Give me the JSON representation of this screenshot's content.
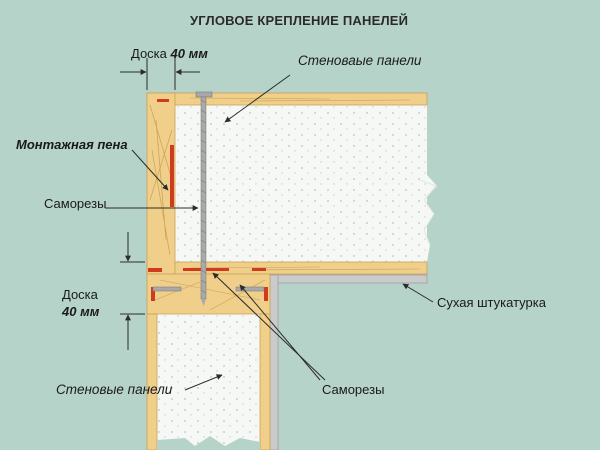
{
  "title": "УГЛОВОЕ КРЕПЛЕНИЕ ПАНЕЛЕЙ",
  "labels": {
    "board_top_word": "Доска",
    "board_top_size": "40 мм",
    "wall_panels_top": "Стеноваые панели",
    "mounting_foam": "Монтажная пена",
    "screws_left": "Саморезы",
    "board_left_word": "Доска",
    "board_left_size": "40 мм",
    "drywall": "Сухая штукатурка",
    "wall_panels_bottom": "Стеновые панели",
    "screws_bottom": "Саморезы"
  },
  "colors": {
    "background": "#b6d3c9",
    "wood": "#efcf8a",
    "wood_grain": "#c9a155",
    "foam_panel": "#f6f8f6",
    "drywall": "#c8c8c8",
    "foam_sealant": "#d23a1e",
    "screw": "#a9a9a9",
    "pointer": "#2b2b2b"
  }
}
